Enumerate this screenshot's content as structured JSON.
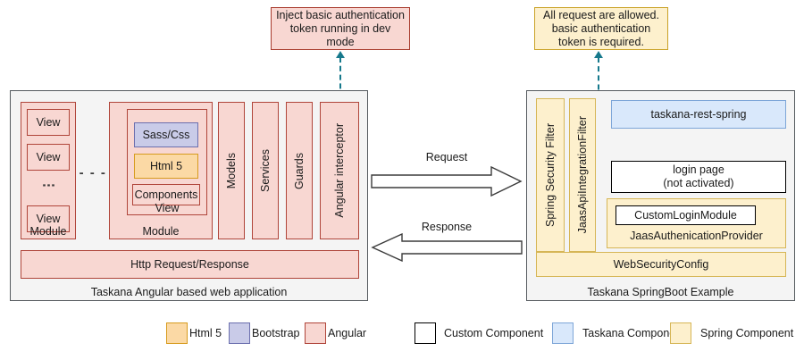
{
  "callouts": [
    {
      "id": "angular-dev-note",
      "lines": [
        "Inject basic authentication",
        "token running in dev",
        "mode"
      ],
      "style": "angular",
      "border_color": "#a83b2d",
      "fill_color": "#f8d7d2"
    },
    {
      "id": "spring-auth-note",
      "lines": [
        "All request are allowed.",
        "basic authentication",
        "token is required."
      ],
      "style": "spring",
      "border_color": "#c9a227",
      "fill_color": "#fdf0cd"
    }
  ],
  "left_panel": {
    "caption": "Taskana Angular based web application",
    "module_a": {
      "label": "Module",
      "views": [
        "View",
        "View",
        "View"
      ],
      "vertical_ellipsis": "⋮"
    },
    "separator": "- - -",
    "module_b": {
      "label": "Module",
      "view_label": "View",
      "inner": [
        {
          "label": "Sass/Css",
          "kind": "bootstrap"
        },
        {
          "label": "Html 5",
          "kind": "html5"
        },
        {
          "label": "Components",
          "kind": "angular-outline"
        }
      ]
    },
    "columns": [
      "Models",
      "Services",
      "Guards",
      "Angular interceptor"
    ],
    "http_bar": "Http Request/Response"
  },
  "right_panel": {
    "caption": "Taskana SpringBoot Example",
    "filters": [
      "Spring Security Filter",
      "JaasApiIntegrationFilter"
    ],
    "rest": "taskana-rest-spring",
    "login_page": [
      "login page",
      "(not activated)"
    ],
    "auth_provider": {
      "label": "JaasAuthenicationProvider",
      "inner": "CustomLoginModule"
    },
    "web_security_config": "WebSecurityConfig"
  },
  "flows": [
    {
      "label": "Request",
      "direction": "right"
    },
    {
      "label": "Response",
      "direction": "left"
    }
  ],
  "legend": {
    "left_group": [
      {
        "label": "Html 5",
        "fill": "#fbd9a5",
        "stroke": "#d79b1e"
      },
      {
        "label": "Bootstrap",
        "fill": "#c9cbe8",
        "stroke": "#6b6fae"
      },
      {
        "label": "Angular",
        "fill": "#f8d7d2",
        "stroke": "#b0453a"
      }
    ],
    "right_group": [
      {
        "label": "Custom Component",
        "fill": "#ffffff",
        "stroke": "#000000"
      },
      {
        "label": "Taskana Component",
        "fill": "#d9e8fb",
        "stroke": "#7ea6d8"
      },
      {
        "label": "Spring Component",
        "fill": "#fdf0cd",
        "stroke": "#d6b656"
      }
    ]
  }
}
